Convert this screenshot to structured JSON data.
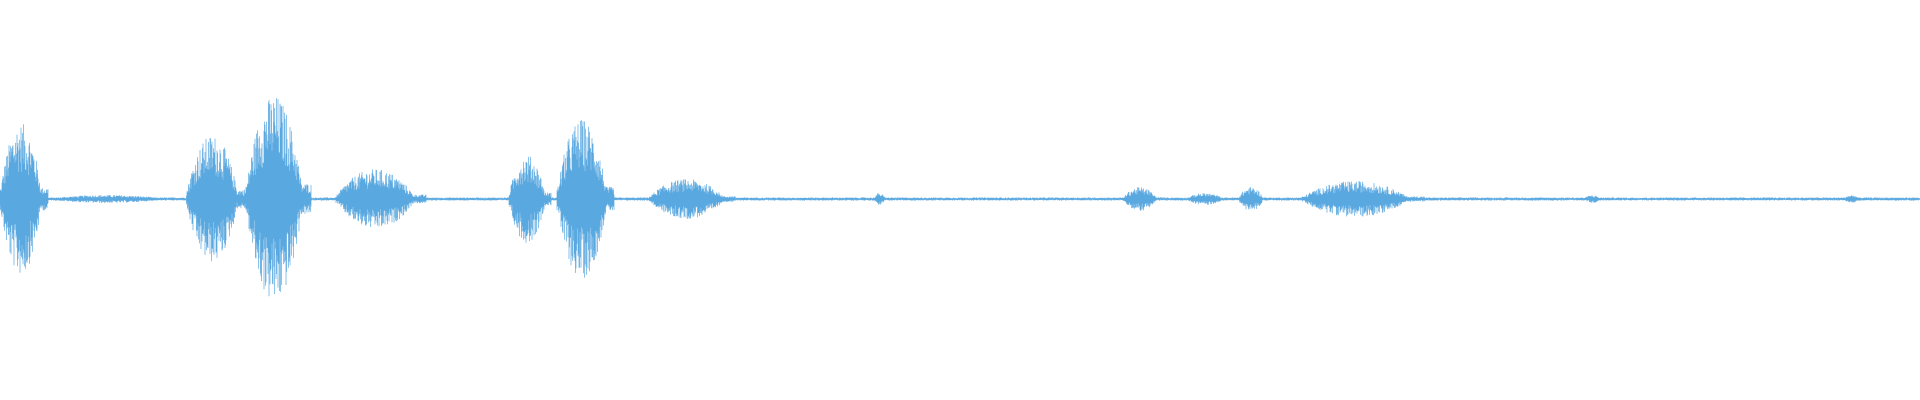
{
  "waveform": {
    "color": "#5aa8e0",
    "duration_fraction_segments": [
      {
        "start": 0.0,
        "end": 0.025,
        "amplitude": 0.38
      },
      {
        "start": 0.025,
        "end": 0.095,
        "amplitude": 0.02
      },
      {
        "start": 0.097,
        "end": 0.128,
        "amplitude": 0.32
      },
      {
        "start": 0.128,
        "end": 0.162,
        "amplitude": 0.52
      },
      {
        "start": 0.175,
        "end": 0.222,
        "amplitude": 0.15
      },
      {
        "start": 0.265,
        "end": 0.287,
        "amplitude": 0.22
      },
      {
        "start": 0.29,
        "end": 0.32,
        "amplitude": 0.4
      },
      {
        "start": 0.338,
        "end": 0.383,
        "amplitude": 0.1
      },
      {
        "start": 0.455,
        "end": 0.462,
        "amplitude": 0.03
      },
      {
        "start": 0.585,
        "end": 0.605,
        "amplitude": 0.06
      },
      {
        "start": 0.618,
        "end": 0.64,
        "amplitude": 0.03
      },
      {
        "start": 0.645,
        "end": 0.66,
        "amplitude": 0.06
      },
      {
        "start": 0.678,
        "end": 0.742,
        "amplitude": 0.09
      },
      {
        "start": 0.825,
        "end": 0.835,
        "amplitude": 0.02
      },
      {
        "start": 0.96,
        "end": 0.97,
        "amplitude": 0.02
      }
    ],
    "baseline_amplitude": 0.008
  }
}
